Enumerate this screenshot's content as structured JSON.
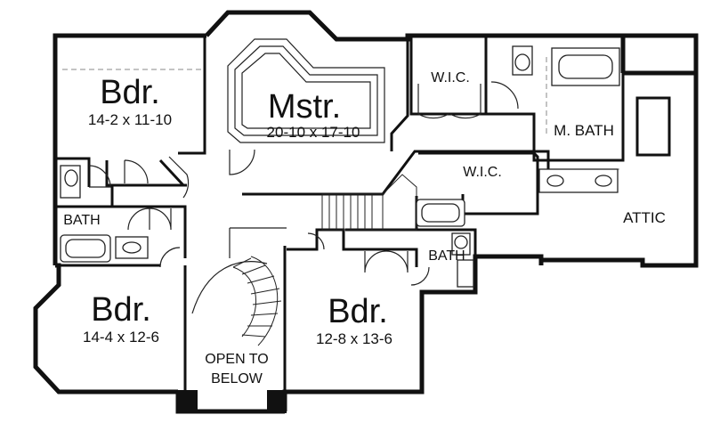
{
  "rooms": {
    "bedroom_nw": {
      "name": "Bdr.",
      "size": "14-2 x 11-10"
    },
    "master": {
      "name": "Mstr.",
      "size": "20-10 x 17-10"
    },
    "walk_in_closet_top": {
      "name": "W.I.C."
    },
    "master_bath": {
      "name": "M. BATH"
    },
    "walk_in_closet_mid": {
      "name": "W.I.C."
    },
    "attic": {
      "name": "ATTIC"
    },
    "bath_west": {
      "name": "BATH"
    },
    "bath_center": {
      "name": "BATH"
    },
    "bedroom_sw": {
      "name": "Bdr.",
      "size": "14-4 x 12-6"
    },
    "bedroom_s": {
      "name": "Bdr.",
      "size": "12-8 x 13-6"
    },
    "open_to_below": {
      "line1": "OPEN TO",
      "line2": "BELOW"
    }
  }
}
